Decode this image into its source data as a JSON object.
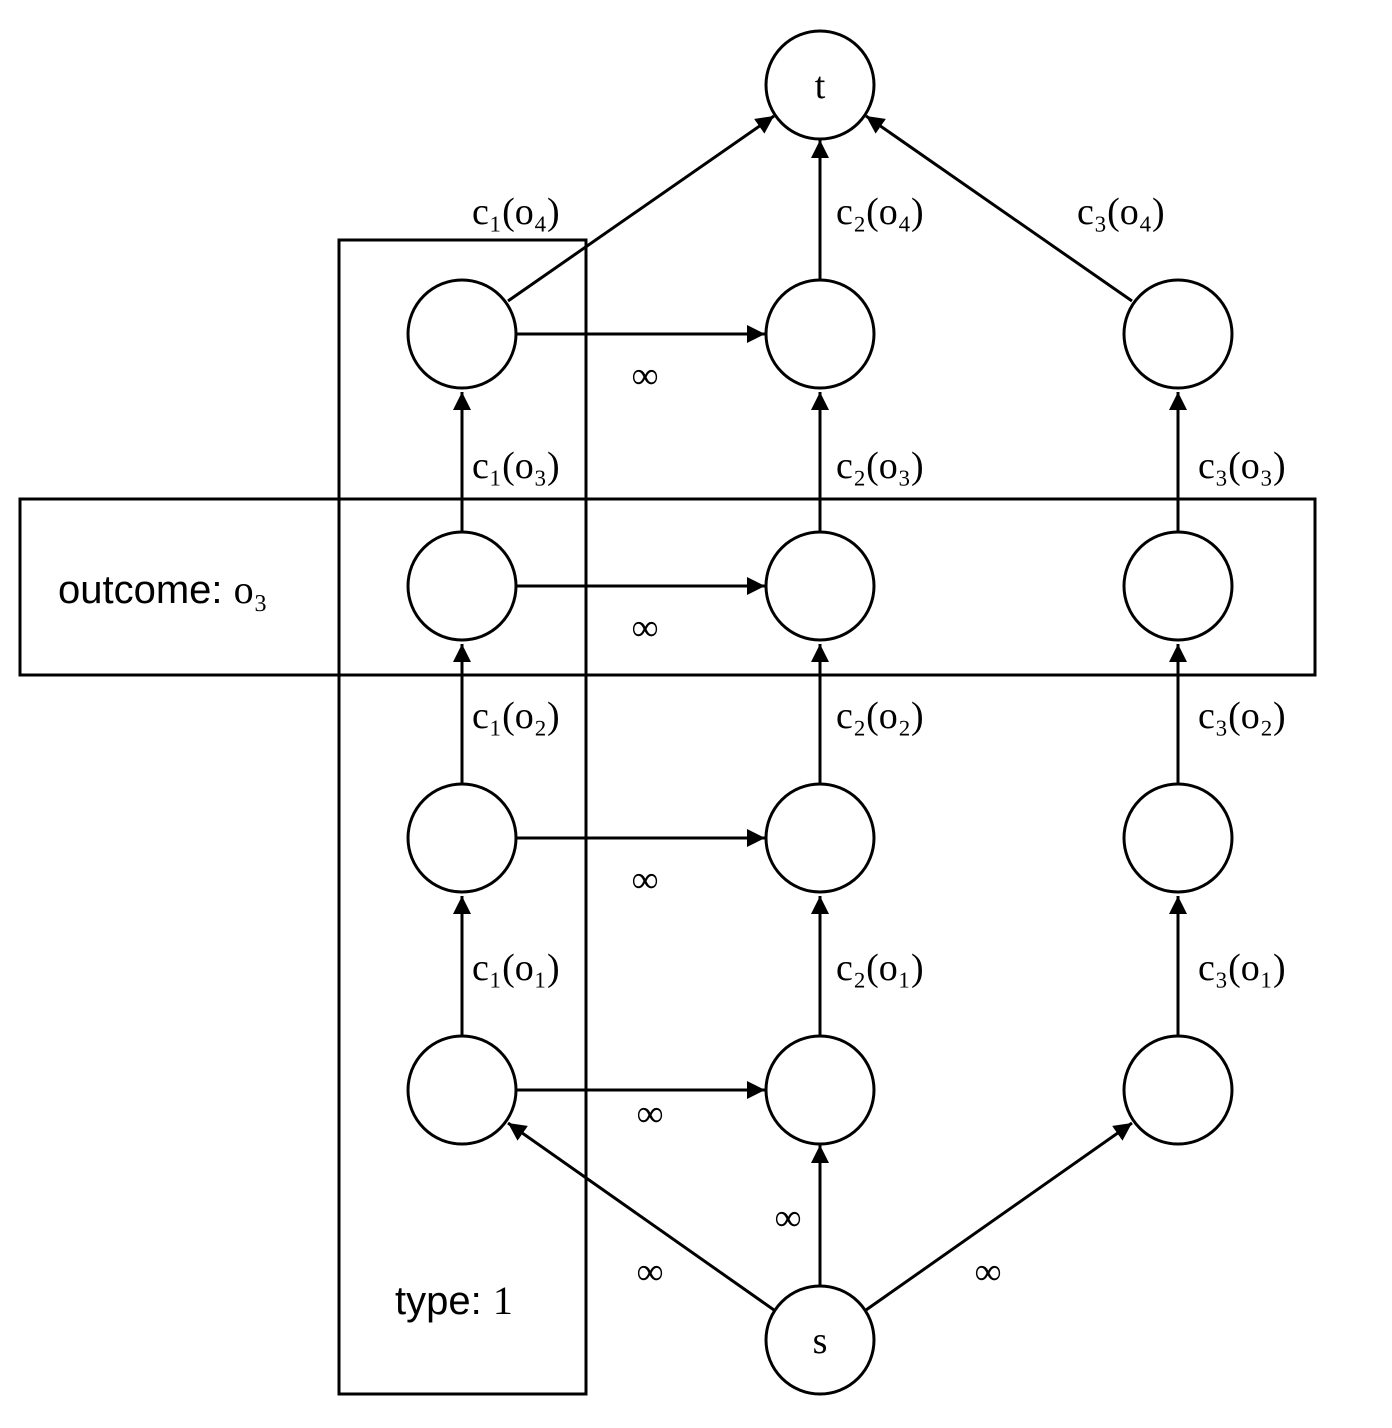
{
  "source_label": "s",
  "sink_label": "t",
  "infinity_label": "∞",
  "outcome_box": {
    "prefix": "outcome: ",
    "value": "o₃"
  },
  "type_box": {
    "prefix": "type: ",
    "value": "1"
  },
  "capacity_labels": {
    "c1o1": "c₁(o₁)",
    "c1o2": "c₁(o₂)",
    "c1o3": "c₁(o₃)",
    "c1o4": "c₁(o₄)",
    "c2o1": "c₂(o₁)",
    "c2o2": "c₂(o₂)",
    "c2o3": "c₂(o₃)",
    "c2o4": "c₂(o₄)",
    "c3o1": "c₃(o₁)",
    "c3o2": "c₃(o₂)",
    "c3o3": "c₃(o₃)",
    "c3o4": "c₃(o₄)"
  }
}
